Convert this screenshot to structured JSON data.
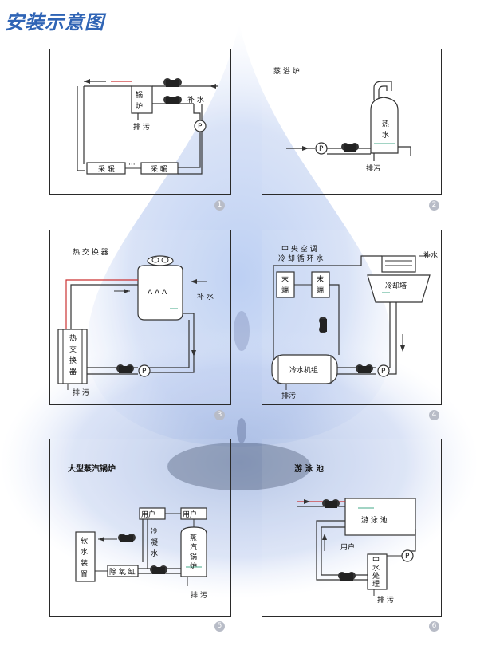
{
  "title": "安装示意图",
  "panels": [
    {
      "number": "1",
      "labels": {
        "boiler_1": "锅",
        "boiler_2": "炉",
        "makeup_water": "补 水",
        "drain": "排 污",
        "heating_a": "采 暖",
        "heating_b": "采 暖",
        "pump": "P",
        "dots": "···"
      }
    },
    {
      "number": "2",
      "labels": {
        "title": "蒸 浴 炉",
        "hot_1": "热",
        "hot_2": "水",
        "drain": "排污",
        "pump": "P"
      }
    },
    {
      "number": "3",
      "labels": {
        "title": "热 交 换 器",
        "makeup_water": "补 水",
        "hx_1": "热",
        "hx_2": "交",
        "hx_3": "换",
        "hx_4": "器",
        "drain": "排 污",
        "pump": "P",
        "tank_mark": "Λ Λ Λ"
      }
    },
    {
      "number": "4",
      "labels": {
        "title_1": "中 央 空 调",
        "title_2": "冷 却 循 环 水",
        "makeup_water": "补水",
        "terminal_a_1": "末",
        "terminal_a_2": "端",
        "terminal_b_1": "末",
        "terminal_b_2": "端",
        "tower": "冷却塔",
        "chiller": "冷水机组",
        "drain": "排污",
        "pump": "P"
      }
    },
    {
      "number": "5",
      "labels": {
        "title": "大型蒸汽锅炉",
        "user_a": "用户",
        "user_b": "用户",
        "soft_1": "软",
        "soft_2": "水",
        "soft_3": "装",
        "soft_4": "置",
        "condense_1": "冷",
        "condense_2": "凝",
        "condense_3": "水",
        "steam_1": "蒸",
        "steam_2": "汽",
        "steam_3": "锅",
        "steam_4": "炉",
        "deaerator": "除 氧 缸",
        "drain": "排 污"
      }
    },
    {
      "number": "6",
      "labels": {
        "title": "游 泳 池",
        "pool": "游 泳 池",
        "user": "用户",
        "mid_1": "中",
        "mid_2": "水",
        "mid_3": "处",
        "mid_4": "理",
        "drain": "排 污",
        "pump": "P"
      }
    }
  ]
}
